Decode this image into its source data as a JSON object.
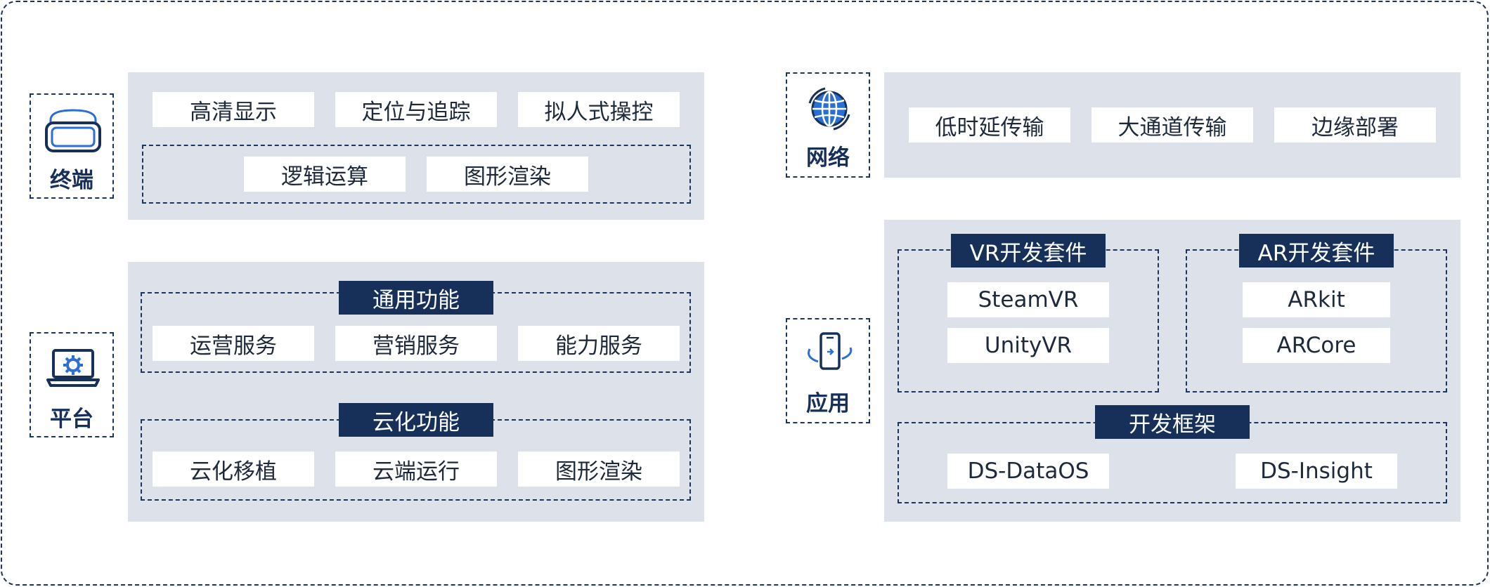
{
  "terminal": {
    "label": "终端",
    "icon": "vr-headset-icon",
    "row1": [
      "高清显示",
      "定位与追踪",
      "拟人式操控"
    ],
    "row2": [
      "逻辑运算",
      "图形渲染"
    ]
  },
  "platform": {
    "label": "平台",
    "icon": "laptop-gear-icon",
    "general": {
      "title": "通用功能",
      "items": [
        "运营服务",
        "营销服务",
        "能力服务"
      ]
    },
    "cloud": {
      "title": "云化功能",
      "items": [
        "云化移植",
        "云端运行",
        "图形渲染"
      ]
    }
  },
  "network": {
    "label": "网络",
    "icon": "globe-network-icon",
    "items": [
      "低时延传输",
      "大通道传输",
      "边缘部署"
    ]
  },
  "application": {
    "label": "应用",
    "icon": "phone-rotate-icon",
    "vr": {
      "title": "VR开发套件",
      "items": [
        "SteamVR",
        "UnityVR"
      ]
    },
    "ar": {
      "title": "AR开发套件",
      "items": [
        "ARkit",
        "ARCore"
      ]
    },
    "framework": {
      "title": "开发框架",
      "items": [
        "DS-DataOS",
        "DS-Insight"
      ]
    }
  },
  "colors": {
    "navy": "#16305a",
    "panel": "#dde2ea",
    "icon_blue": "#2a6fd6"
  }
}
